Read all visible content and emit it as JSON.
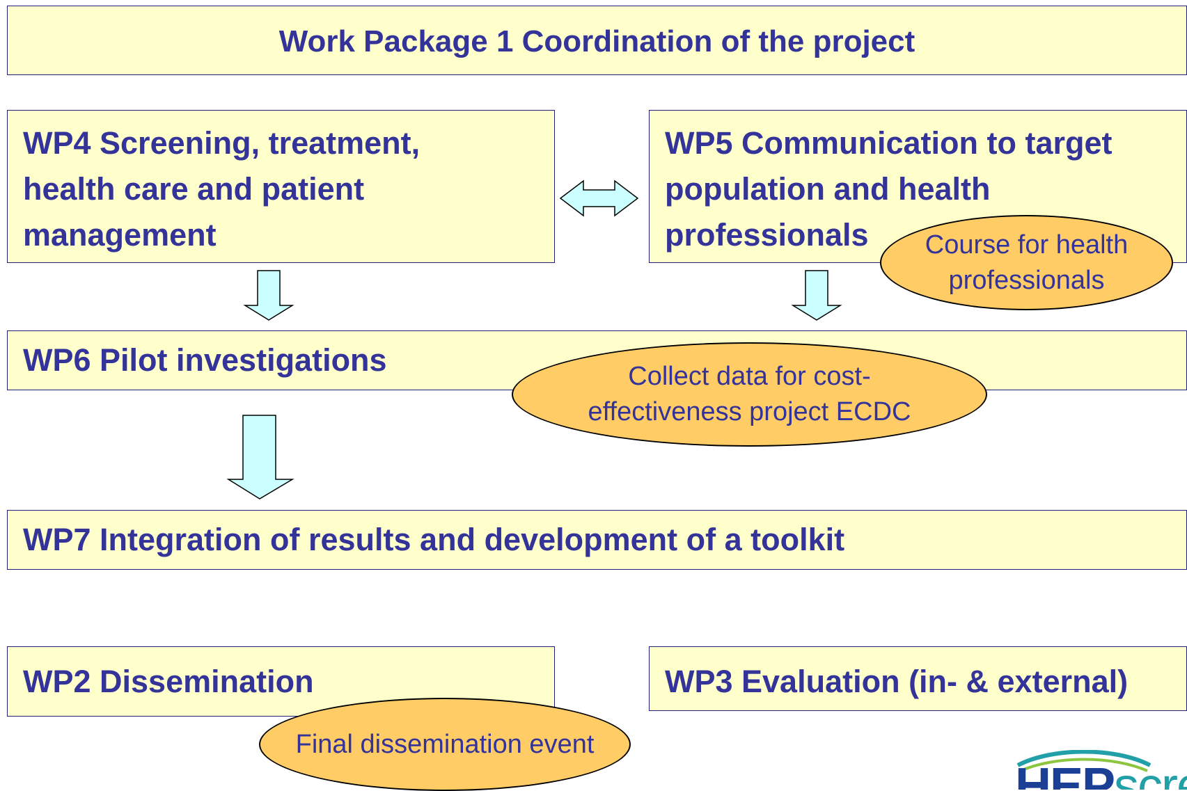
{
  "wp1": {
    "label": "Work Package 1  Coordination of the project"
  },
  "wp4": {
    "lines": [
      "WP4  Screening, treatment,",
      "health care and patient",
      "management"
    ]
  },
  "wp5": {
    "lines": [
      "WP5  Communication to target",
      "population and health",
      "professionals"
    ]
  },
  "wp6": {
    "label": "WP6  Pilot investigations"
  },
  "wp7": {
    "label": "WP7  Integration of results and development of a toolkit"
  },
  "wp2": {
    "label": "WP2  Dissemination"
  },
  "wp3": {
    "label": "WP3  Evaluation (in- & external)"
  },
  "notes": {
    "course": [
      "Course for health",
      "professionals"
    ],
    "cost": [
      "Collect data for cost-",
      "effectiveness project ECDC"
    ],
    "event": [
      "Final dissemination event"
    ]
  },
  "logo": {
    "text": "HEPscre"
  },
  "colors": {
    "box_fill": "#ffffcc",
    "box_border": "#1f1f7a",
    "text": "#333399",
    "ellipse_fill": "#ffcc66",
    "arrow_fill": "#ccffff",
    "logo_blue": "#1b3f95",
    "logo_teal": "#22a0a8"
  }
}
